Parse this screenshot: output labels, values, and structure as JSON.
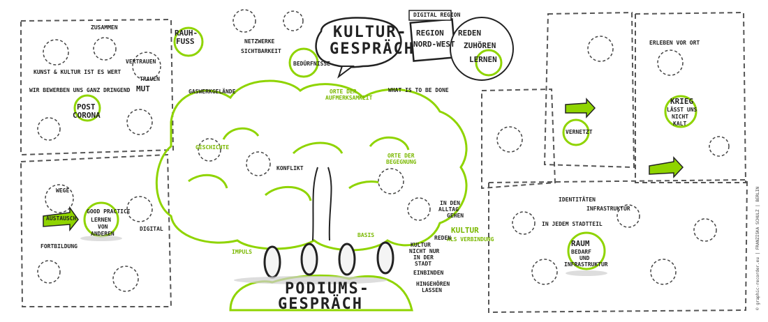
{
  "colors": {
    "accent_green": "#8fd400",
    "ink": "#222222",
    "frame": "#555555",
    "shadow": "#cfcfcf"
  },
  "title": {
    "line1": "KULTUR-",
    "line2": "GESPRÄCH"
  },
  "region": {
    "line1": "REGION",
    "line2": "NORD-WEST",
    "digital": "DIGITAL REGION"
  },
  "right_bubble": {
    "reden": "REDEN",
    "zuhoeren": "ZUHÖREN",
    "lernen": "LERNEN"
  },
  "what_is": "WHAT IS TO BE DONE",
  "podium": {
    "line1": "PODIUMS-",
    "line2": "GESPRÄCH"
  },
  "impuls": "IMPULS",
  "post_corona": {
    "line1": "POST",
    "line2": "CORONA"
  },
  "zusammen": "ZUSAMMEN",
  "krieg": {
    "line1": "KRIEG",
    "line2": "LÄSST UNS",
    "line3": "NICHT",
    "line4": "KALT"
  },
  "vernetzt": "VERNETZT",
  "good_practice": {
    "line1": "GOOD PRACTICE",
    "line2": "LERNEN",
    "line3": "VON",
    "line4": "ANDEREN"
  },
  "austausch": "AUSTAUSCH",
  "raum": {
    "line1": "RAUM",
    "line2": "BEDARF",
    "line3": "UND",
    "line4": "INFRASTRUKTUR"
  },
  "kultur_verbindung": {
    "line1": "KULTUR",
    "line2": "ALS VERBINDUNG"
  },
  "orte_aufmerksamkeit": {
    "line1": "ORTE DER",
    "line2": "AUFMERKSAMKEIT"
  },
  "orte_begegnung": {
    "line1": "ORTE DER",
    "line2": "BEGEGNUNG"
  },
  "konflikt": "KONFLIKT",
  "geschichte": "GESCHICHTE",
  "basis": "BASIS",
  "beduerfnisse": "BEDÜRFNISSE",
  "rauhfuss": {
    "line1": "RAUH-",
    "line2": "FUSS"
  },
  "kultur_stadt": {
    "line1": "KULTUR",
    "line2": "NICHT NUR",
    "line3": "IN DER",
    "line4": "STADT"
  },
  "in_den_alltag": {
    "line1": "IN DEN",
    "line2": "ALLTAG",
    "line3": "GEHEN"
  },
  "reden_label": "REDEN",
  "einbinden": "EINBINDEN",
  "hingehoeren": {
    "line1": "HINGEHÖREN",
    "line2": "LASSEN"
  },
  "mut": "MUT",
  "trauen": "TRAUEN",
  "vertrauen": "VERTRAUEN",
  "fortbildung": "FORTBILDUNG",
  "wege": "WEGE",
  "netzwerke": "NETZWERKE",
  "sichtbarkeit": "SICHTBARKEIT",
  "gaswerk": "GASWERKGELÄNDE",
  "infrastruktur": "INFRASTRUKTUR",
  "identitaeten": "IDENTITÄTEN",
  "digital": "DIGITAL",
  "kunst": "KUNST & KULTUR IST ES WERT",
  "bewerben": "WIR BEWERBEN UNS GANZ DRINGEND",
  "erleben": "ERLEBEN VOR ORT",
  "stadtteil": "IN JEDEM STADTTEIL",
  "credit": "© graphic-recorder.eu | FRANZISKA SCHULZ | BERLIN"
}
